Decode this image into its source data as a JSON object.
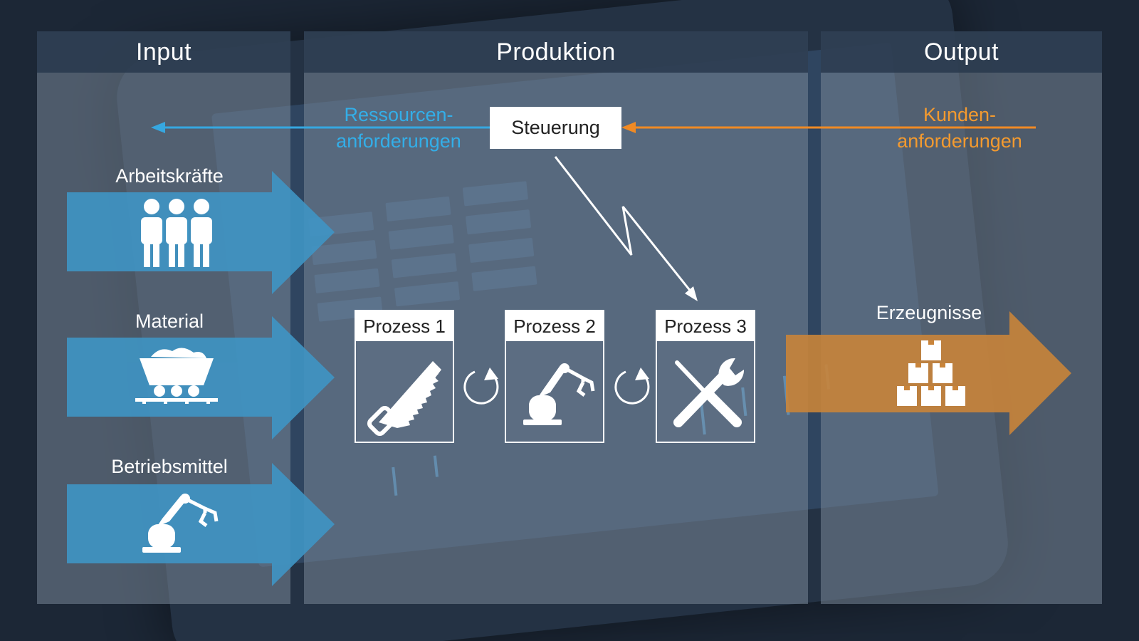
{
  "columns": {
    "input": "Input",
    "production": "Produktion",
    "output": "Output"
  },
  "inputs": [
    {
      "label": "Arbeitskräfte",
      "icon": "workers-icon"
    },
    {
      "label": "Material",
      "icon": "mine-cart-icon"
    },
    {
      "label": "Betriebsmittel",
      "icon": "robot-arm-icon"
    }
  ],
  "control": {
    "label": "Steuerung",
    "resource_requirements": [
      "Ressourcen-",
      "anforderungen"
    ],
    "customer_requirements": [
      "Kunden-",
      "anforderungen"
    ]
  },
  "processes": [
    {
      "label": "Prozess 1",
      "icon": "saw-icon"
    },
    {
      "label": "Prozess 2",
      "icon": "robot-arm-icon"
    },
    {
      "label": "Prozess 3",
      "icon": "wrench-screwdriver-icon"
    }
  ],
  "output": {
    "label": "Erzeugnisse",
    "icon": "boxes-icon"
  },
  "colors": {
    "input_arrow": "#3f95c4",
    "output_arrow": "#c9843a",
    "resource_line": "#36a7e0",
    "customer_line": "#f08a24",
    "resource_text": "#33aee8",
    "customer_text": "#f39a2f"
  }
}
